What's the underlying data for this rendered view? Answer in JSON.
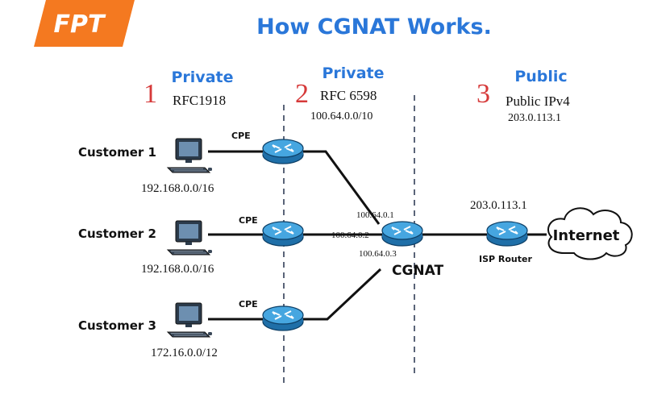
{
  "logo": {
    "text": "FPT",
    "color": "#f47920"
  },
  "title": "How CGNAT Works.",
  "zones": [
    {
      "number": "1",
      "label": "Private",
      "desc": "RFC1918"
    },
    {
      "number": "2",
      "label": "Private",
      "desc": "RFC 6598",
      "range": "100.64.0.0/10"
    },
    {
      "number": "3",
      "label": "Public",
      "desc": "Public IPv4",
      "range": "203.0.113.1"
    }
  ],
  "customers": [
    {
      "name": "Customer 1",
      "subnet": "192.168.0.0/16",
      "device": "CPE"
    },
    {
      "name": "Customer 2",
      "subnet": "192.168.0.0/16",
      "device": "CPE"
    },
    {
      "name": "Customer 3",
      "subnet": "172.16.0.0/12",
      "device": "CPE"
    }
  ],
  "cgnat": {
    "label": "CGNAT",
    "ips": [
      "100.64.0.1",
      "100.64.0.2",
      "100.64.0.3"
    ]
  },
  "isp": {
    "label": "ISP Router",
    "ip": "203.0.113.1"
  },
  "internet": {
    "label": "Internet"
  },
  "colors": {
    "title": "#2a77d9",
    "zone_number": "#d63a3a",
    "router": "#2f8fd0",
    "logo": "#f47920"
  }
}
